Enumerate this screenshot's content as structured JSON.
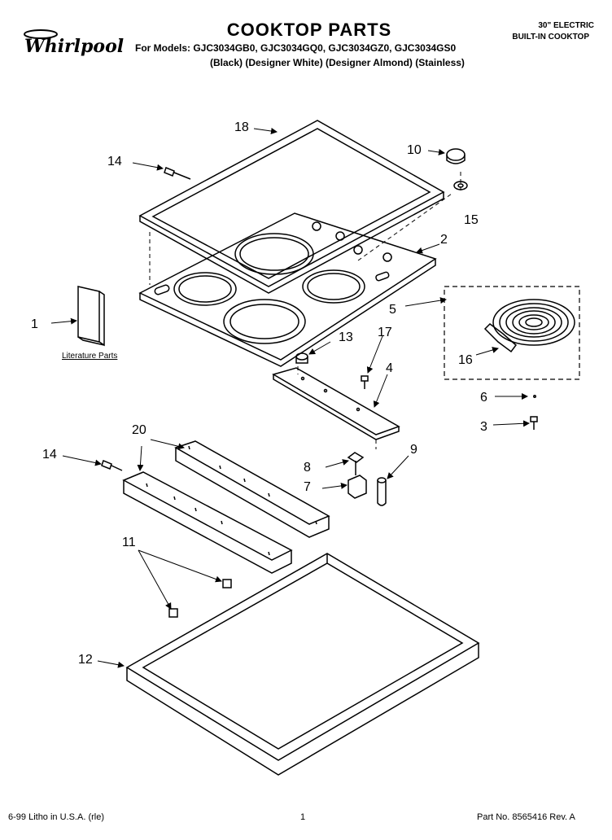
{
  "header": {
    "brand": "Whirlpool",
    "title": "COOKTOP PARTS",
    "models": "For Models: GJC3034GB0, GJC3034GQ0, GJC3034GZ0, GJC3034GS0",
    "finishes": "(Black) (Designer White) (Designer Almond) (Stainless)",
    "product_line1": "30\" ELECTRIC",
    "product_line2": "BUILT-IN COOKTOP"
  },
  "callouts": {
    "c1": "1",
    "c2": "2",
    "c3": "3",
    "c4": "4",
    "c5": "5",
    "c6": "6",
    "c7": "7",
    "c8": "8",
    "c9": "9",
    "c10": "10",
    "c11": "11",
    "c12": "12",
    "c13": "13",
    "c14a": "14",
    "c14b": "14",
    "c15": "15",
    "c16": "16",
    "c17": "17",
    "c18": "18",
    "c20": "20"
  },
  "labels": {
    "literature": "Literature Parts"
  },
  "footer": {
    "left": "6-99 Litho in U.S.A. (rle)",
    "page": "1",
    "right": "Part No. 8565416 Rev. A"
  }
}
